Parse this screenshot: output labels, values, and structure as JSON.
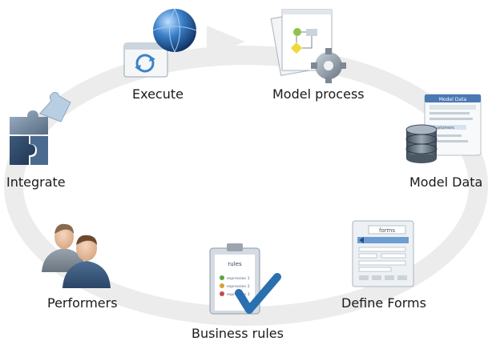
{
  "steps": [
    {
      "id": "execute",
      "label": "Execute",
      "icon": "globe-browser-sync-icon"
    },
    {
      "id": "model-process",
      "label": "Model process",
      "icon": "flowchart-gear-icon"
    },
    {
      "id": "model-data",
      "label": "Model Data",
      "icon": "database-panel-icon"
    },
    {
      "id": "define-forms",
      "label": "Define Forms",
      "icon": "form-window-icon"
    },
    {
      "id": "business-rules",
      "label": "Business rules",
      "icon": "clipboard-checkmark-icon"
    },
    {
      "id": "performers",
      "label": "Performers",
      "icon": "users-icon"
    },
    {
      "id": "integrate",
      "label": "Integrate",
      "icon": "puzzle-pieces-icon"
    }
  ],
  "panels": {
    "model_data_header": "Model Data",
    "model_data_item": "Customers",
    "forms_title": "forms",
    "rules_title": "rules",
    "rules_items": [
      "expression 1",
      "expression 2",
      "expression 3"
    ]
  },
  "colors": {
    "cycle_arrow": "#ececec",
    "label_text": "#1a1a1a",
    "check_accent": "#2a6fb0",
    "globe_blue": "#2a5c9a"
  }
}
